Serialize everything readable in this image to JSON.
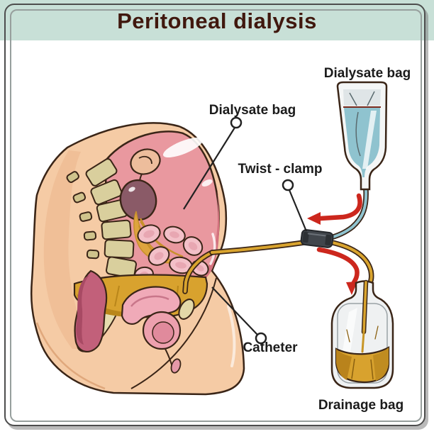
{
  "title": "Peritoneal dialysis",
  "labels": {
    "dialysate_bag_body": "Dialysate bag",
    "dialysate_bag_hanging": "Dialysate bag",
    "twist_clamp": "Twist - clamp",
    "catheter": "Catheter",
    "drainage_bag": "Drainage bag"
  },
  "colors": {
    "banner_bg": "#c8e0d7",
    "title_text": "#40180e",
    "label_text": "#1b1b1b",
    "frame_outer": "#4d4d4d",
    "frame_inner": "#979f9d",
    "outline_dark": "#3a2517",
    "skin": "#f5cba5",
    "skin_shade": "#ecb88f",
    "cavity_pink": "#e9989f",
    "cavity_shade": "#d4737f",
    "intestine_pink": "#f3c0c8",
    "mesentery_amber": "#dea43e",
    "bone_khaki": "#d9cf9d",
    "organ_mauve": "#8a5a67",
    "rectum_pink": "#c2607a",
    "uterus_pink": "#f0aab8",
    "bladder_pink": "#eda0ae",
    "fluid_gold": "#d8a22e",
    "dialysate_blue": "#8fc3cf",
    "bag_empty_gray": "#dfe5e7",
    "tube_blue": "#8fc3cf",
    "tube_yellow": "#d9a42e",
    "clamp_dark": "#41464c",
    "arrow_red": "#cc271d"
  }
}
